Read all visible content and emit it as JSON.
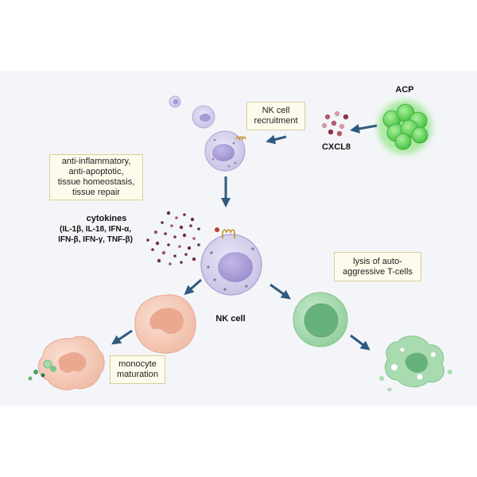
{
  "labels": {
    "acp": "ACP",
    "cxcl8": "CXCL8",
    "nk_cell": "NK cell",
    "cytokines_title": "cytokines",
    "cytokines_line1": "(IL-1β, IL-18, IFN-α,",
    "cytokines_line2": "IFN-β, IFN-γ, TNF-β)"
  },
  "boxes": {
    "recruitment": "NK cell\nrecruitment",
    "functions": "anti-inflammatory,\nanti-apoptotic,\ntissue homeostasis,\ntissue repair",
    "lysis": "lysis of auto-\naggressive T-cells",
    "maturation": "monocyte\nmaturation"
  },
  "colors": {
    "background_band": "#f4f5f8",
    "arrow": "#2e5a80",
    "nk_cell_fill": "#d4d0ec",
    "nk_nucleus": "#ab9fd6",
    "acp_green": "#5ed152",
    "monocyte_fill": "#f5cdbc",
    "monocyte_nucleus": "#eaa98f",
    "tcell_fill": "#a9dbb1",
    "tcell_nucleus": "#66b27a",
    "cxcl8_particles": "#b55a6a",
    "cytokine_particles": "#6a2c55",
    "box_fill": "#fdfbec",
    "box_border": "#d8cf98"
  }
}
